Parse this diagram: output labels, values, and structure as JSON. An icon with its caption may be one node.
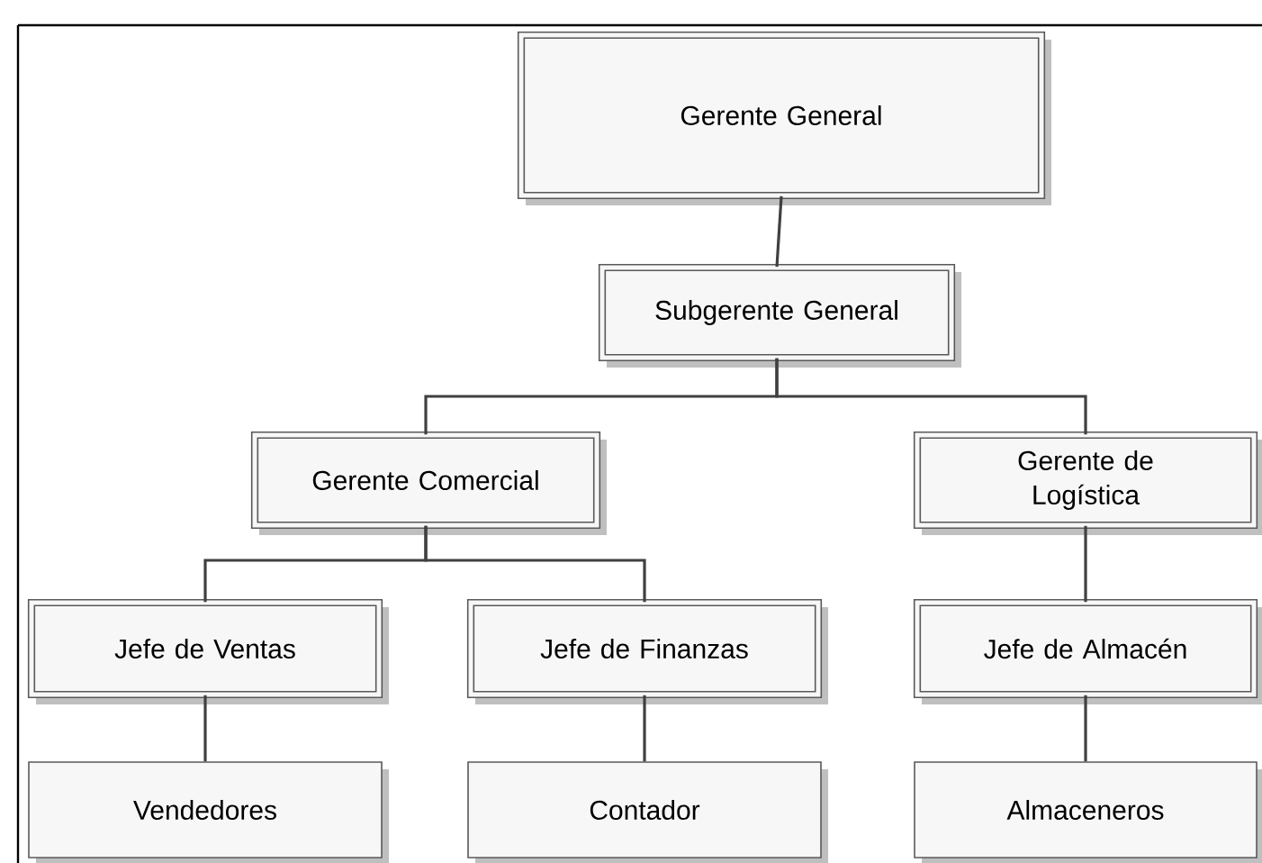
{
  "diagram": {
    "nodes": [
      {
        "text": [
          "Gerente General"
        ]
      },
      {
        "text": [
          "Subgerente General"
        ]
      },
      {
        "text": [
          "Gerente Comercial"
        ]
      },
      {
        "text": [
          "Gerente de Logística"
        ]
      },
      {
        "text": [
          "Jefe de Ventas"
        ]
      },
      {
        "text": [
          "Jefe de Finanzas"
        ]
      },
      {
        "text": [
          "Jefe de Almacén"
        ]
      },
      {
        "text": [
          "Vendedores"
        ]
      },
      {
        "text": [
          "Contador"
        ]
      },
      {
        "text": [
          "Almaceneros"
        ]
      }
    ],
    "edges": [
      {
        "from": 0,
        "to": 1,
        "arrow": "none"
      },
      {
        "from": 1,
        "to": 2,
        "arrow": "none"
      },
      {
        "from": 1,
        "to": 3,
        "arrow": "none"
      },
      {
        "from": 2,
        "to": 4,
        "arrow": "none"
      },
      {
        "from": 2,
        "to": 5,
        "arrow": "none"
      },
      {
        "from": 3,
        "to": 6,
        "arrow": "none"
      },
      {
        "from": 4,
        "to": 7,
        "arrow": "none"
      },
      {
        "from": 5,
        "to": 8,
        "arrow": "none"
      },
      {
        "from": 6,
        "to": 9,
        "arrow": "none"
      }
    ]
  }
}
